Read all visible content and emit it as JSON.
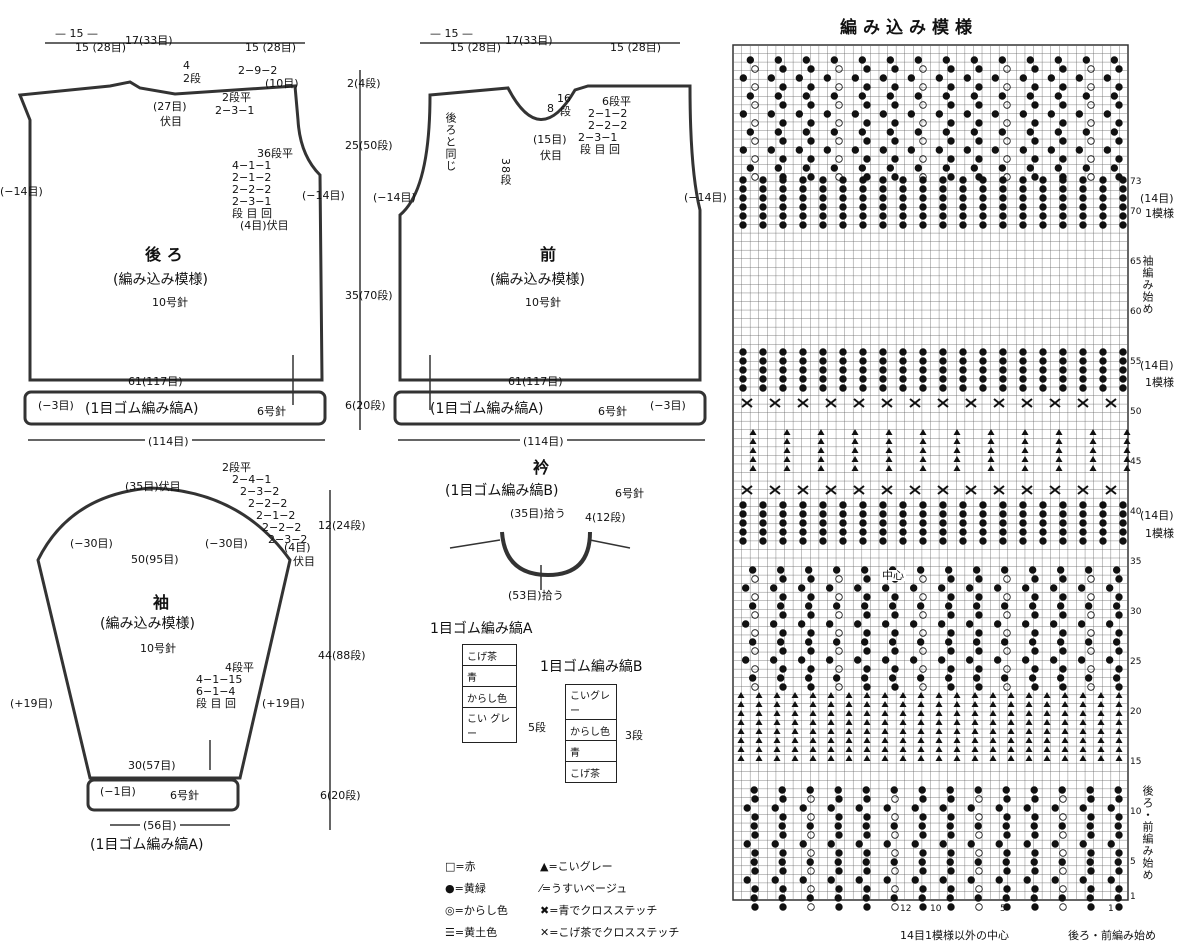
{
  "back": {
    "top_left": "15\n(28目)",
    "top_mid": "17(33目)",
    "top_right": "15\n(28目)",
    "neck_rows": "2段",
    "neck_rows_num": "4",
    "shoulder_dec": "2−9−2",
    "shoulder_count": "(10目)",
    "neck_bind": "(27目)",
    "neck_bind_label": "伏目",
    "neck_dec_1": "2段平",
    "neck_dec_2": "2−3−1",
    "armhole_1": "36段平",
    "armhole_2": "4−1−1",
    "armhole_3": "2−1−2",
    "armhole_4": "2−2−2",
    "armhole_5": "2−3−1",
    "armhole_6": "段 目 回",
    "armhole_bind": "(4目)伏目",
    "side_left": "(−14目)",
    "side_right": "(−14目)",
    "title": "後 ろ",
    "pattern": "(編み込み模様)",
    "needle": "10号針",
    "width_body": "61(117目)",
    "rib_dec": "(−3目)",
    "rib_label": "(1目ゴム編み縞A)",
    "rib_needle": "6号針",
    "bottom": "(114目)"
  },
  "front": {
    "top_left": "15\n(28目)",
    "top_mid": "17(33目)",
    "top_right": "15\n(28目)",
    "neck_rows_num": "16",
    "neck_rows_a": "8",
    "neck_rows_unit": "段",
    "neck_dec_1": "6段平",
    "neck_dec_2": "2−1−2",
    "neck_dec_3": "2−2−2",
    "neck_dec_4": "2−3−1",
    "neck_dec_5": "段 目 回",
    "neck_bind": "(15目)",
    "neck_bind_label": "伏目",
    "same_as_back": "後ろと同じ",
    "rows38": "38段",
    "side_left": "(−14目)",
    "side_right": "(−14目)",
    "title": "前",
    "pattern": "(編み込み模様)",
    "needle": "10号針",
    "width_body": "61(117目)",
    "rib_dec": "(−3目)",
    "rib_label": "(1目ゴム編み縞A)",
    "rib_needle": "6号針",
    "bottom": "(114目)"
  },
  "vertical_dims": {
    "d1": "2(4段)",
    "d2": "25(50段)",
    "d3": "35(70段)",
    "d4": "6(20段)"
  },
  "sleeve": {
    "top_bind": "(35目)伏目",
    "cap_1": "2段平",
    "cap_2": "2−4−1",
    "cap_3": "2−3−2",
    "cap_4": "2−2−2",
    "cap_5": "2−1−2",
    "cap_6": "2−2−2",
    "cap_7": "2−3−2",
    "cap_8": "(4目)",
    "cap_9": "伏目",
    "cap_left": "(−30目)",
    "cap_right": "(−30目)",
    "cap_height": "12(24段)",
    "width_top": "50(95目)",
    "title": "袖",
    "pattern": "(編み込み模様)",
    "needle": "10号針",
    "inc_1": "4段平",
    "inc_2": "4−1−15",
    "inc_3": "6−1−4",
    "inc_4": "段 目 回",
    "side_left": "(+19目)",
    "side_right": "(+19目)",
    "body_height": "44(88段)",
    "width_cuff": "30(57目)",
    "cuff_dec": "(−1目)",
    "cuff_needle": "6号針",
    "cuff_height": "6(20段)",
    "cuff_count": "(56目)",
    "cuff_label": "(1目ゴム編み縞A)"
  },
  "collar": {
    "title": "衿",
    "pattern": "(1目ゴム編み縞B)",
    "needle": "6号針",
    "pick_back": "(35目)拾う",
    "rows": "4(12段)",
    "pick_front": "(53目)拾う"
  },
  "rib_a": {
    "title": "1目ゴム編み縞A",
    "rows": [
      "こげ茶",
      "青",
      "からし色",
      "こい\nグレー"
    ],
    "side": "5段"
  },
  "rib_b": {
    "title": "1目ゴム編み縞B",
    "rows": [
      "こいグレー",
      "からし色",
      "青",
      "こげ茶"
    ],
    "side": "3段",
    "eq": "="
  },
  "legend": [
    {
      "sym": "□",
      "label": "=赤"
    },
    {
      "sym": "●",
      "label": "=黄緑"
    },
    {
      "sym": "◎",
      "label": "=からし色"
    },
    {
      "sym": "☰",
      "label": "=黄土色"
    },
    {
      "sym": "▲",
      "label": "=こいグレー"
    },
    {
      "sym": "⁄",
      "label": "=うすいベージュ"
    },
    {
      "sym": "✖",
      "label": "=青でクロスステッチ"
    },
    {
      "sym": "✕",
      "label": "=こげ茶でクロスステッチ"
    }
  ],
  "chart": {
    "title": "編み込み模様",
    "r73": "73",
    "r70": "70",
    "r65": "65",
    "r60": "60",
    "r55": "55",
    "r50": "50",
    "r45": "45",
    "r40": "40",
    "r35": "35",
    "r30": "30",
    "r25": "25",
    "r20": "20",
    "r15": "15",
    "r10": "10",
    "r5": "5",
    "r1": "1",
    "c12": "12",
    "c10": "10",
    "c5": "5",
    "c1": "1",
    "repeat_a": "(14目)",
    "repeat_a2": "1模様",
    "sleeve_start": "袖編み始め",
    "repeat_b": "(14目)",
    "repeat_b2": "1模様",
    "repeat_c": "(14目)",
    "repeat_c2": "1模様",
    "center": "中心",
    "body_start": "後ろ・前編み始め",
    "bottom_center": "14目1模様以外の中心",
    "bottom_start": "後ろ・前編み始め"
  }
}
